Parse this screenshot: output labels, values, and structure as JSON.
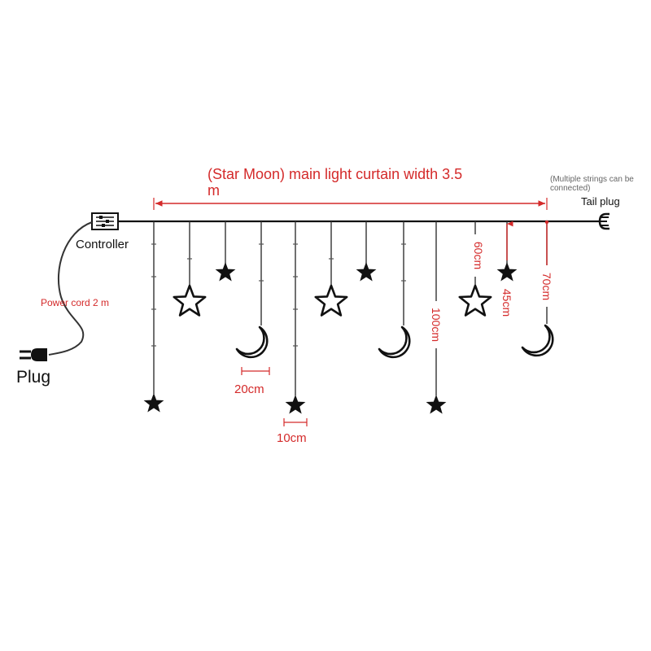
{
  "title": "(Star Moon) main light curtain width 3.5 m",
  "title_line1": "(Star Moon) main light curtain width 3.5",
  "title_line2": "m",
  "note_line1": "(Multiple strings can be",
  "note_line2": "connected)",
  "tail_plug": "Tail plug",
  "controller": "Controller",
  "power_cord": "Power cord 2 m",
  "plug": "Plug",
  "dimensions": {
    "spacing_20": "20cm",
    "spacing_10": "10cm",
    "len_60": "60cm",
    "len_45": "45cm",
    "len_70": "70cm",
    "len_100": "100cm"
  },
  "strands": [
    {
      "ornament": "star-solid",
      "length": "long"
    },
    {
      "ornament": "star-outline",
      "length": "medium"
    },
    {
      "ornament": "star-solid",
      "length": "short"
    },
    {
      "ornament": "moon",
      "length": "medium"
    },
    {
      "ornament": "star-solid",
      "length": "long"
    },
    {
      "ornament": "star-outline",
      "length": "medium"
    },
    {
      "ornament": "star-solid",
      "length": "short"
    },
    {
      "ornament": "moon",
      "length": "medium"
    },
    {
      "ornament": "star-solid",
      "length": "long"
    },
    {
      "ornament": "star-outline",
      "length": "medium"
    },
    {
      "ornament": "star-solid",
      "length": "short"
    },
    {
      "ornament": "moon",
      "length": "medium"
    }
  ],
  "colors": {
    "annotation": "#d42a2a",
    "line": "#111111",
    "label": "#111111",
    "note": "#666666"
  }
}
